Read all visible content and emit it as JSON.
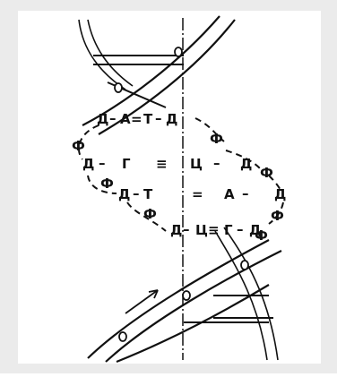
{
  "diagram": {
    "colors": {
      "background": "#ebebeb",
      "ink": "#111111",
      "paper": "#ffffff"
    },
    "sugar_label": "Д",
    "phosphate_label": "Ф",
    "backbone_marker": "o",
    "pairs": [
      {
        "left": "Д",
        "b1": "A",
        "bond": "=",
        "b2": "T",
        "right": "Д"
      },
      {
        "left": "Д",
        "b1": "Г",
        "bond": "≡",
        "b2": "Ц",
        "right": "Д"
      },
      {
        "left": "Д",
        "b1": "T",
        "bond": "=",
        "b2": "A",
        "right": "Д"
      },
      {
        "left": "Д",
        "b1": "Ц",
        "bond": "≡",
        "b2": "Г",
        "right": "Д"
      }
    ],
    "phosphates": [
      "Ф",
      "Ф",
      "Ф",
      "Ф",
      "Ф",
      "Ф",
      "Ф"
    ],
    "arrow": "direction-arrow"
  }
}
